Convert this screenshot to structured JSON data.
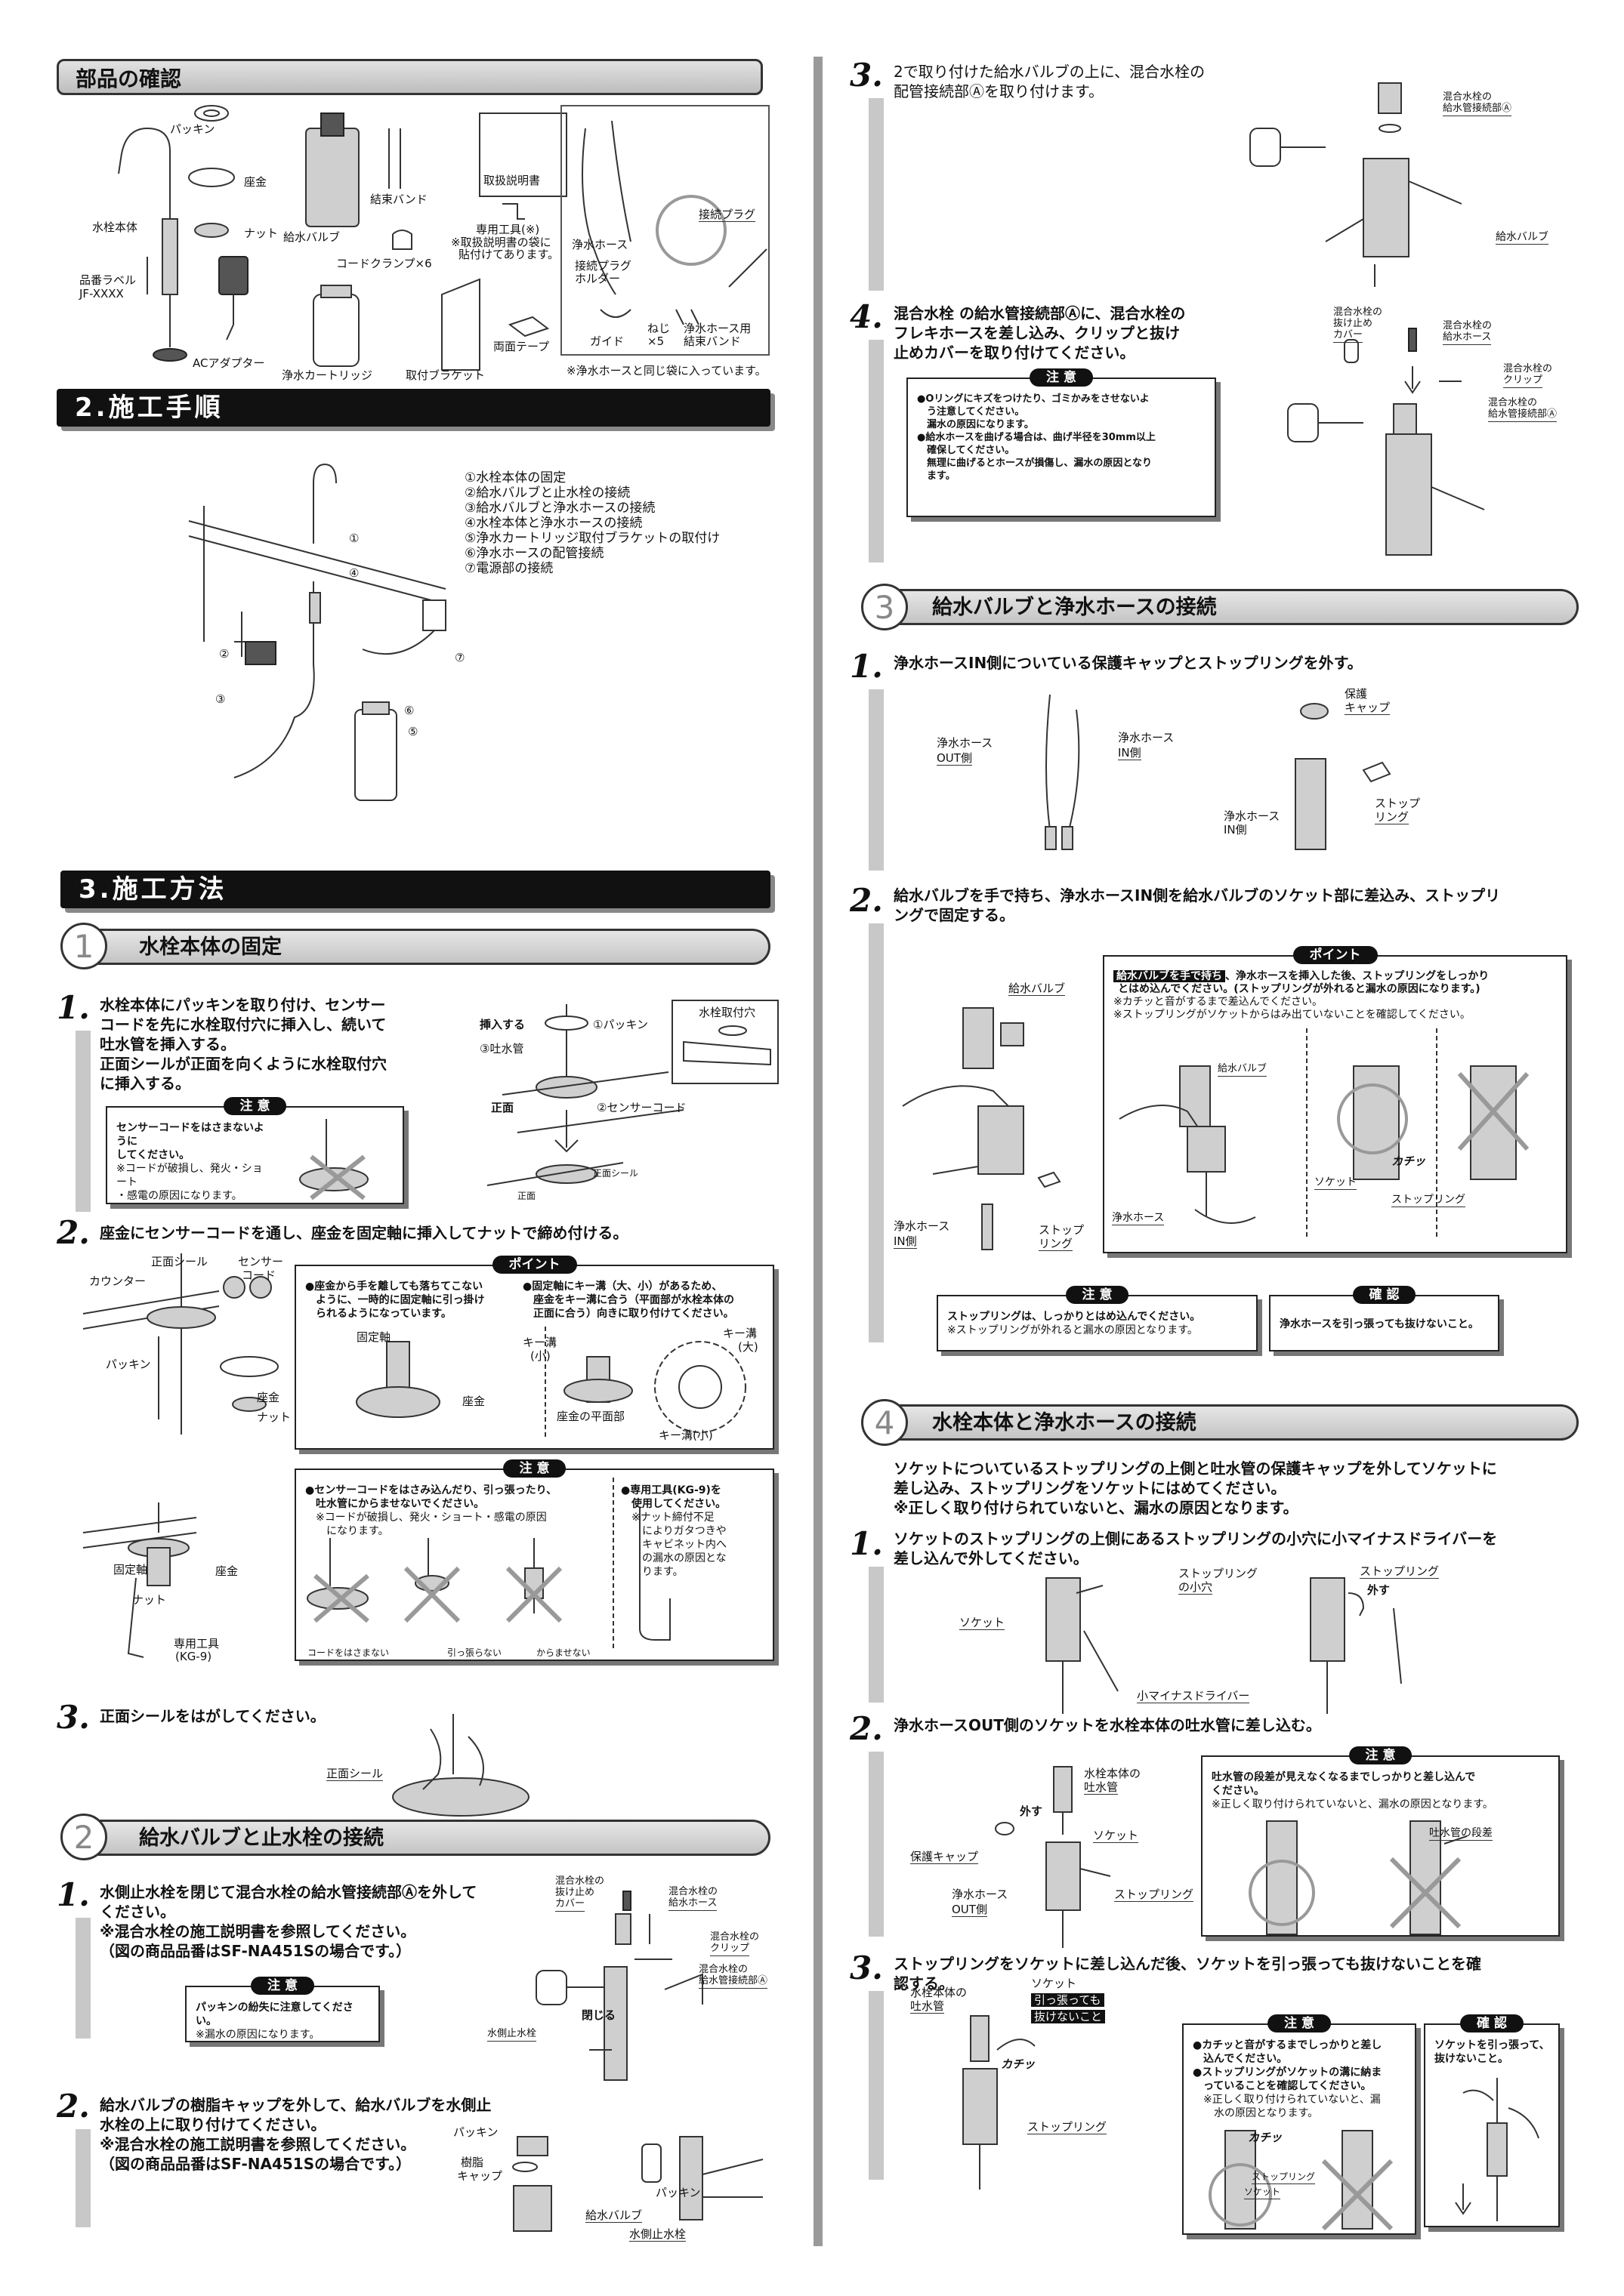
{
  "left": {
    "parts_header": "部品の確認",
    "parts": {
      "packing": "パッキン",
      "base": "座金",
      "nut": "ナット",
      "faucet_body": "水栓本体",
      "model_label": "品番ラベル",
      "model_code": "JF-XXXX",
      "ac_adapter": "ACアダプター",
      "supply_valve": "給水バルブ",
      "binding_band": "結束バンド",
      "cord_clamp": "コードクランプ×6",
      "cartridge": "浄水カートリッジ",
      "bracket": "取付ブラケット",
      "manual": "取扱説明書",
      "special_tool": "専用工具(※)",
      "tool_note1": "※取扱説明書の袋に",
      "tool_note2": "貼付けてあります。",
      "double_tape": "両面テープ",
      "purify_hose": "浄水ホース",
      "connect_plug": "接続プラグ",
      "plug_holder1": "接続プラグ",
      "plug_holder2": "ホルダー",
      "guide": "ガイド",
      "screw1": "ねじ",
      "screw2": "×5",
      "hose_band1": "浄水ホース用",
      "hose_band2": "結束バンド",
      "bag_note": "※浄水ホースと同じ袋に入っています。"
    },
    "sec2_header": "2.施工手順",
    "procedure": [
      "①水栓本体の固定",
      "②給水バルブと止水栓の接続",
      "③給水バルブと浄水ホースの接続",
      "④水栓本体と浄水ホースの接続",
      "⑤浄水カートリッジ取付ブラケットの取付け",
      "⑥浄水ホースの配管接続",
      "⑦電源部の接続"
    ],
    "proc_marks": [
      "①",
      "②",
      "③",
      "④",
      "⑤",
      "⑥",
      "⑦"
    ],
    "sec3_header": "3.施工方法",
    "s1": {
      "num": "1",
      "title": "水栓本体の固定",
      "step1": {
        "n": "1.",
        "lines": [
          "水栓本体にパッキンを取り付け、センサー",
          "コードを先に水栓取付穴に挿入し、続いて",
          "吐水管を挿入する。",
          "正面シールが正面を向くように水栓取付穴",
          "に挿入する。"
        ],
        "caution_tag": "注 意",
        "caution": [
          "センサーコードをはさまないように",
          "してください。",
          "※コードが破損し、発火・ショート",
          "・感電の原因になります。"
        ],
        "insert": "挿入する",
        "packing": "①パッキン",
        "spout": "③吐水管",
        "sensor": "②センサーコード",
        "front": "正面",
        "hole": "水栓取付穴",
        "front_seal": "正面シール",
        "front2": "正面"
      },
      "step2": {
        "n": "2.",
        "text": "座金にセンサーコードを通し、座金を固定軸に挿入してナットで締め付ける。",
        "front_seal": "正面シール",
        "sensor1": "センサー",
        "sensor2": "コード",
        "counter": "カウンター",
        "packing": "パッキン",
        "base": "座金",
        "nut": "ナット",
        "point_tag": "ポイント",
        "point_a": [
          "●座金から手を離しても落ちてこない",
          "　ように、一時的に固定軸に引っ掛け",
          "　られるようになっています。"
        ],
        "point_b": [
          "●固定軸にキー溝（大、小）があるため、",
          "　座金をキー溝に合う（平面部が水栓本体の",
          "　正面に合う）向きに取り付けてください。"
        ],
        "fixed_shaft": "固定軸",
        "base2": "座金",
        "key_small1": "キー溝",
        "key_small2": "(小)",
        "key_large1": "キー溝",
        "key_large2": "(大)",
        "flat": "座金の平面部",
        "key_small3": "キー溝(小)",
        "caution_tag": "注 意",
        "caution_a": [
          "●センサーコードをはさみ込んだり、引っ張ったり、",
          "　吐水管にからませないでください。",
          "　※コードが破損し、発火・ショート・感電の原因",
          "　　になります。"
        ],
        "caution_b": [
          "●専用工具(KG-9)を",
          "　使用してください。",
          "　※ナット締付不足",
          "　　によりガタつきや",
          "　　キャビネット内へ",
          "　　の漏水の原因とな",
          "　　ります。"
        ],
        "no_pinch": "コードをはさまない",
        "no_pull": "引っ張らない",
        "no_tangle": "からませない",
        "fixed_shaft2": "固定軸",
        "base3": "座金",
        "nut2": "ナット",
        "tool1": "専用工具",
        "tool2": "(KG-9)"
      },
      "step3": {
        "n": "3.",
        "text": "正面シールをはがしてください。",
        "seal": "正面シール"
      }
    },
    "s2": {
      "num": "2",
      "title": "給水バルブと止水栓の接続",
      "step1": {
        "n": "1.",
        "lines": [
          "水側止水栓を閉じて混合水栓の給水管接続部Ⓐを外して",
          "ください。",
          "※混合水栓の施工説明書を参照してください。",
          "（図の商品品番はSF-NA451Sの場合です。）"
        ],
        "caution_tag": "注 意",
        "caution": [
          "パッキンの紛失に注意してください。",
          "※漏水の原因になります。"
        ],
        "cover1": "混合水栓の",
        "cover2": "抜け止め",
        "cover3": "カバー",
        "hose1": "混合水栓の",
        "hose2": "給水ホース",
        "clip1": "混合水栓の",
        "clip2": "クリップ",
        "conn1": "混合水栓の",
        "conn2": "給水管接続部Ⓐ",
        "close": "閉じる",
        "stopcock": "水側止水栓"
      },
      "step2": {
        "n": "2.",
        "lines": [
          "給水バルブの樹脂キャップを外して、給水バルブを水側止",
          "水栓の上に取り付けてください。",
          "※混合水栓の施工説明書を参照してください。",
          "（図の商品品番はSF-NA451Sの場合です。）"
        ],
        "packing": "パッキン",
        "cap1": "樹脂",
        "cap2": "キャップ",
        "valve": "給水バルブ",
        "packing2": "パッキン",
        "stopcock": "水側止水栓"
      }
    }
  },
  "right": {
    "s2_step3": {
      "n": "3.",
      "lines": [
        "2で取り付けた給水バルブの上に、混合水栓の",
        "配管接続部Ⓐを取り付けます。"
      ],
      "conn1": "混合水栓の",
      "conn2": "給水管接続部Ⓐ",
      "valve": "給水バルブ"
    },
    "s2_step4": {
      "n": "4.",
      "lines": [
        "混合水栓 の給水管接続部Ⓐに、混合水栓の",
        "フレキホースを差し込み、クリップと抜け",
        "止めカバーを取り付けてください。"
      ],
      "caution_tag": "注 意",
      "caution": [
        "●Oリングにキズをつけたり、ゴミかみをさせないよ",
        "　う注意してください。",
        "　漏水の原因になります。",
        "●給水ホースを曲げる場合は、曲げ半径を30mm以上",
        "　確保してください。",
        "　無理に曲げるとホースが損傷し、漏水の原因となり",
        "　ます。"
      ],
      "cover1": "混合水栓の",
      "cover2": "抜け止め",
      "cover3": "カバー",
      "hose1": "混合水栓の",
      "hose2": "給水ホース",
      "clip1": "混合水栓の",
      "clip2": "クリップ",
      "conn1": "混合水栓の",
      "conn2": "給水管接続部Ⓐ"
    },
    "s3": {
      "num": "3",
      "title": "給水バルブと浄水ホースの接続",
      "step1": {
        "n": "1.",
        "text": "浄水ホースIN側についている保護キャップとストップリングを外す。",
        "out1": "浄水ホース",
        "out2": "OUT側",
        "in1": "浄水ホース",
        "in2": "IN側",
        "cap1": "保護",
        "cap2": "キャップ",
        "in3": "浄水ホース",
        "in4": "IN側",
        "ring1": "ストップ",
        "ring2": "リング"
      },
      "step2": {
        "n": "2.",
        "lines": [
          "給水バルブを手で持ち、浄水ホースIN側を給水バルブのソケット部に差込み、ストップリ",
          "ングで固定する。"
        ],
        "point_tag": "ポイント",
        "point_hl": "給水バルブを手で持ち",
        "point_l1": "、浄水ホースを挿入した後、ストップリングをしっかり",
        "point_l2": "とはめ込んでください。(ストップリングが外れると漏水の原因になります。)",
        "point_l3": "※カチッと音がするまで差込んでください。",
        "point_l4": "※ストップリングがソケットからはみ出ていないことを確認してください。",
        "valve": "給水バルブ",
        "in1": "浄水ホース",
        "in2": "IN側",
        "ring1": "ストップ",
        "ring2": "リング",
        "valve2": "給水バルブ",
        "hose": "浄水ホース",
        "socket": "ソケット",
        "click": "カチッ",
        "ring3": "ストップリング",
        "caution_tag": "注 意",
        "caution": [
          "ストップリングは、しっかりとはめ込んでください。",
          "※ストップリングが外れると漏水の原因となります。"
        ],
        "confirm_tag": "確 認",
        "confirm": "浄水ホースを引っ張っても抜けないこと。"
      }
    },
    "s4": {
      "num": "4",
      "title": "水栓本体と浄水ホースの接続",
      "intro": [
        "ソケットについているストップリングの上側と吐水管の保護キャップを外してソケットに",
        "差し込み、ストップリングをソケットにはめてください。",
        "※正しく取り付けられていないと、漏水の原因となります。"
      ],
      "step1": {
        "n": "1.",
        "lines": [
          "ソケットのストップリングの上側にあるストップリングの小穴に小マイナスドライバーを",
          "差し込んで外してください。"
        ],
        "socket": "ソケット",
        "hole1": "ストップリング",
        "hole2": "の小穴",
        "driver": "小マイナスドライバー",
        "ring": "ストップリング",
        "remove": "外す"
      },
      "step2": {
        "n": "2.",
        "text": "浄水ホースOUT側のソケットを水栓本体の吐水管に差し込む。",
        "spout1": "水栓本体の",
        "spout2": "吐水管",
        "remove": "外す",
        "socket": "ソケット",
        "cap": "保護キャップ",
        "out1": "浄水ホース",
        "out2": "OUT側",
        "ring": "ストップリング",
        "caution_tag": "注 意",
        "caution": [
          "吐水管の段差が見えなくなるまでしっかりと差し込んで",
          "ください。",
          "※正しく取り付けられていないと、漏水の原因となります。"
        ],
        "step_lbl": "吐水管の段差"
      },
      "step3": {
        "n": "3.",
        "lines": [
          "ストップリングをソケットに差し込んだ後、ソケットを引っ張っても抜けないことを確",
          "認する。"
        ],
        "spout1": "水栓本体の",
        "spout2": "吐水管",
        "socket": "ソケット",
        "pull1": "引っ張っても",
        "pull2": "抜けないこと",
        "click": "カチッ",
        "ring": "ストップリング",
        "caution_tag": "注 意",
        "caution": [
          "●カチッと音がするまでしっかりと差し",
          "　込んでください。",
          "●ストップリングがソケットの溝に納ま",
          "　っていることを確認してください。",
          "　※正しく取り付けられていないと、漏",
          "　　水の原因となります。"
        ],
        "click2": "カチッ",
        "ring2": "ストップリング",
        "socket2": "ソケット",
        "confirm_tag": "確 認",
        "confirm": [
          "ソケットを引っ張って、",
          "抜けないこと。"
        ]
      }
    }
  }
}
